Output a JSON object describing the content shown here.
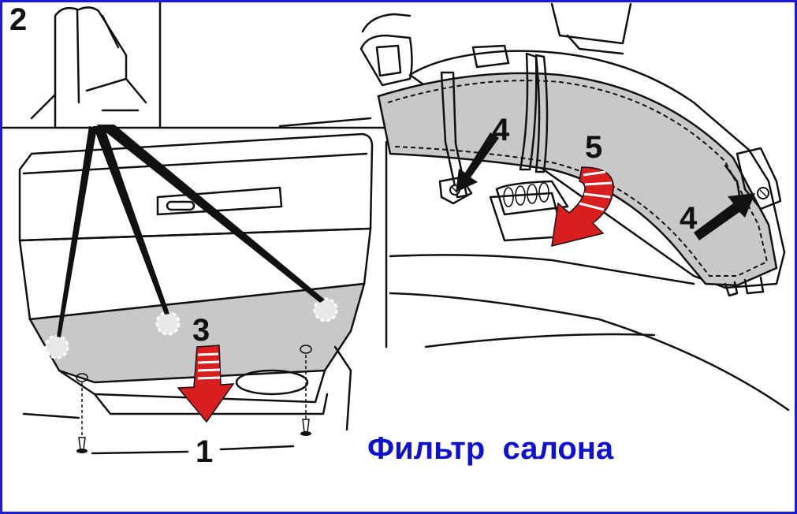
{
  "caption": "Фильтр  салона",
  "step_labels": {
    "one": "1",
    "two": "2",
    "three": "3",
    "four_left": "4",
    "four_right": "4",
    "five": "5"
  },
  "colors": {
    "frame": "#1a1ad8",
    "caption": "#1010d0",
    "filter_fill": "#c8c8c8",
    "arrow_red": "#d81e1e",
    "ink": "#111111"
  }
}
